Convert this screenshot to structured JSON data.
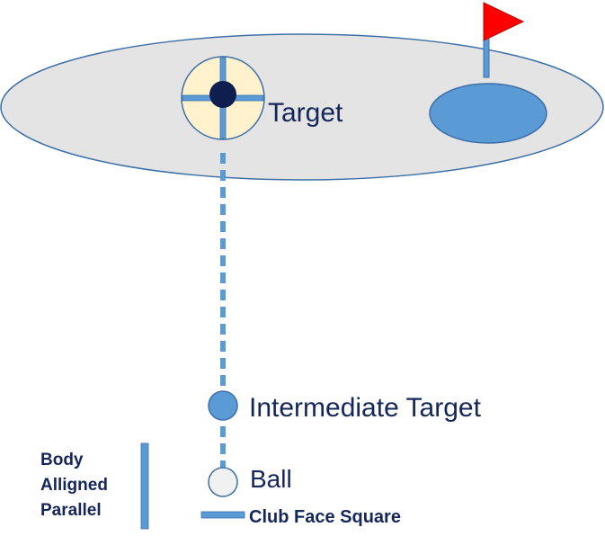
{
  "labels": {
    "target": "Target",
    "intermediate_target": "Intermediate Target",
    "ball": "Ball",
    "club_face": "Club Face Square",
    "body_line1": "Body",
    "body_line2": "Alligned",
    "body_line3": "Parallel"
  },
  "colors": {
    "green_surface": "#e4e4e4",
    "outline": "#3d6fa8",
    "blue": "#5b9bd5",
    "target_fill": "#fff2cc",
    "target_center": "#0d1e4f",
    "flag": "#ff0000",
    "ball_fill": "#f1f1f1",
    "text": "#15265a"
  }
}
